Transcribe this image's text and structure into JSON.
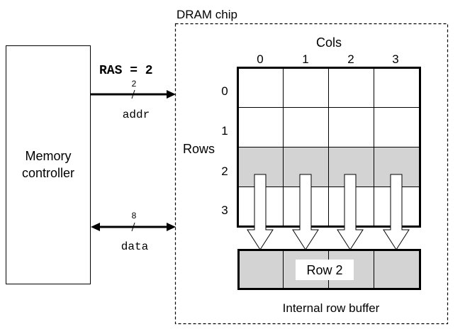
{
  "chip": {
    "title": "DRAM chip"
  },
  "controller": {
    "label_line1": "Memory",
    "label_line2": "controller"
  },
  "command": {
    "text": "RAS = 2"
  },
  "addr_bus": {
    "width": "2",
    "name": "addr"
  },
  "data_bus": {
    "width": "8",
    "name": "data"
  },
  "grid": {
    "cols_title": "Cols",
    "rows_title": "Rows",
    "col_labels": [
      "0",
      "1",
      "2",
      "3"
    ],
    "row_labels": [
      "0",
      "1",
      "2",
      "3"
    ],
    "highlighted_row": 2
  },
  "row_buffer": {
    "content_label": "Row 2",
    "caption": "Internal row buffer"
  },
  "colors": {
    "highlight": "#d3d3d3",
    "line": "#000000",
    "background": "#ffffff"
  }
}
